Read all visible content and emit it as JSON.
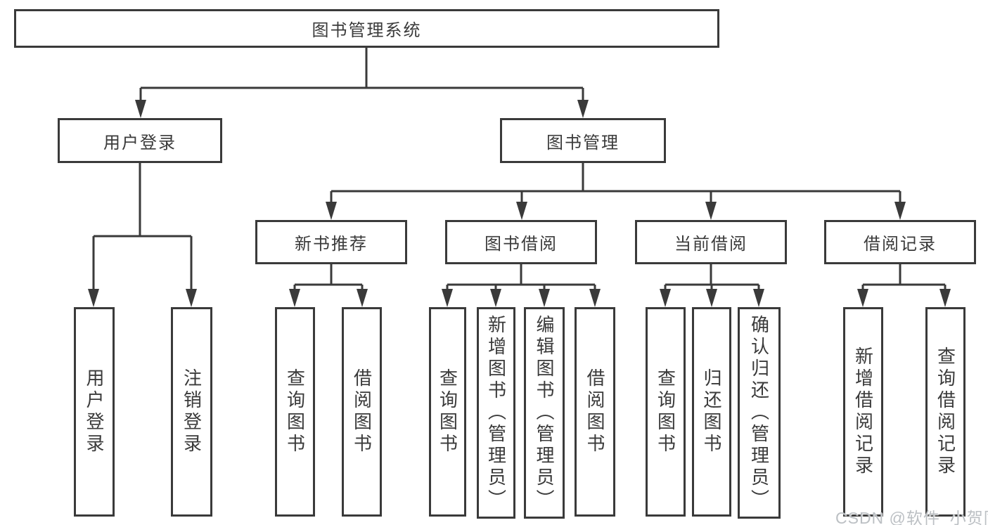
{
  "nodes": {
    "root": "图书管理系统",
    "user_login": "用户登录",
    "book_mgmt": "图书管理",
    "new_book_rec": "新书推荐",
    "book_borrow": "图书借阅",
    "current_borrow": "当前借阅",
    "borrow_record": "借阅记录",
    "leaf_user_login": "用户登录",
    "leaf_logout": "注销登录",
    "nb_query_books": "查询图书",
    "nb_borrow_books": "借阅图书",
    "bb_query_books": "查询图书",
    "bb_add_books": "新增图书（管理员）",
    "bb_edit_books": "编辑图书（管理员）",
    "bb_borrow_books": "借阅图书",
    "cb_query_books": "查询图书",
    "cb_return_books": "归还图书",
    "cb_confirm_return": "确认归还（管理员）",
    "br_add_record": "新增借阅记录",
    "br_query_record": "查询借阅记录"
  },
  "watermark": "CSDN @软件_小贺同学",
  "colors": {
    "line": "#3a3a3a",
    "text": "#3a3a3a",
    "background": "#ffffff",
    "watermark": "#bcc0c4"
  }
}
